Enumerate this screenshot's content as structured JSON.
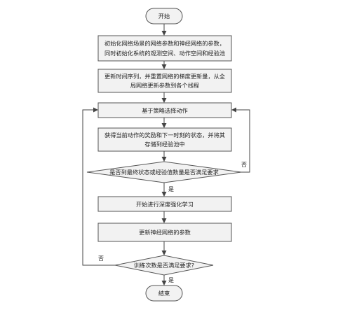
{
  "flowchart": {
    "start": "开始",
    "step1": [
      "初始化网络场景的网络参数和神经网络的参数，",
      "同时初始化系统的观测空间、动作空间和经验池"
    ],
    "step2": [
      "更新时间序列，并重置网络的梯度更新量，从全",
      "局网络更新参数到各个线程"
    ],
    "step3": "基于策略选择动作",
    "step4": [
      "获得当前动作的奖励和下一时刻的状态，并将其",
      "存储到经验池中"
    ],
    "decision1": "是否到最终状态或经验值数量是否满足要求",
    "decision1_yes": "是",
    "decision1_no": "否",
    "step5": "开始进行深度强化学习",
    "step6": "更新神经网络的参数",
    "decision2": "训练次数是否满足要求?",
    "decision2_yes": "是",
    "decision2_no": "否",
    "end": "结束"
  }
}
